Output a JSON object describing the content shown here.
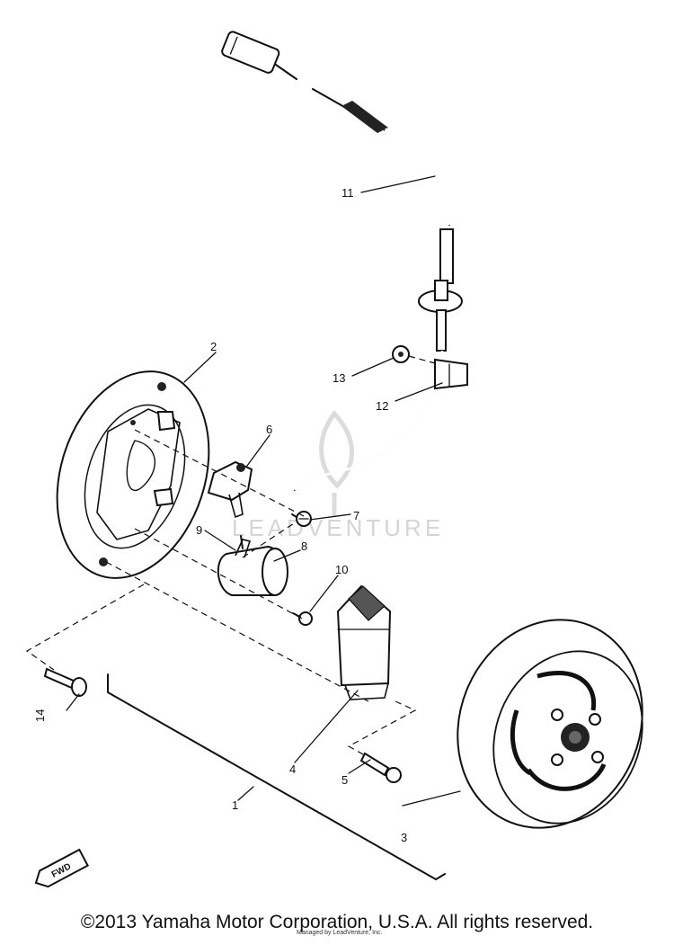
{
  "callouts": {
    "c1": "1",
    "c2": "2",
    "c3": "3",
    "c4": "4",
    "c5": "5",
    "c6": "6",
    "c7": "7",
    "c8": "8",
    "c9": "9",
    "c10": "10",
    "c11": "11",
    "c12": "12",
    "c13": "13",
    "c14": "14"
  },
  "fwd_label": "FWD",
  "watermark": "LEADVENTURE",
  "copyright": "©2013 Yamaha Motor Corporation, U.S.A. All rights reserved.",
  "small_credit": "Managed by LeadVenture, Inc."
}
